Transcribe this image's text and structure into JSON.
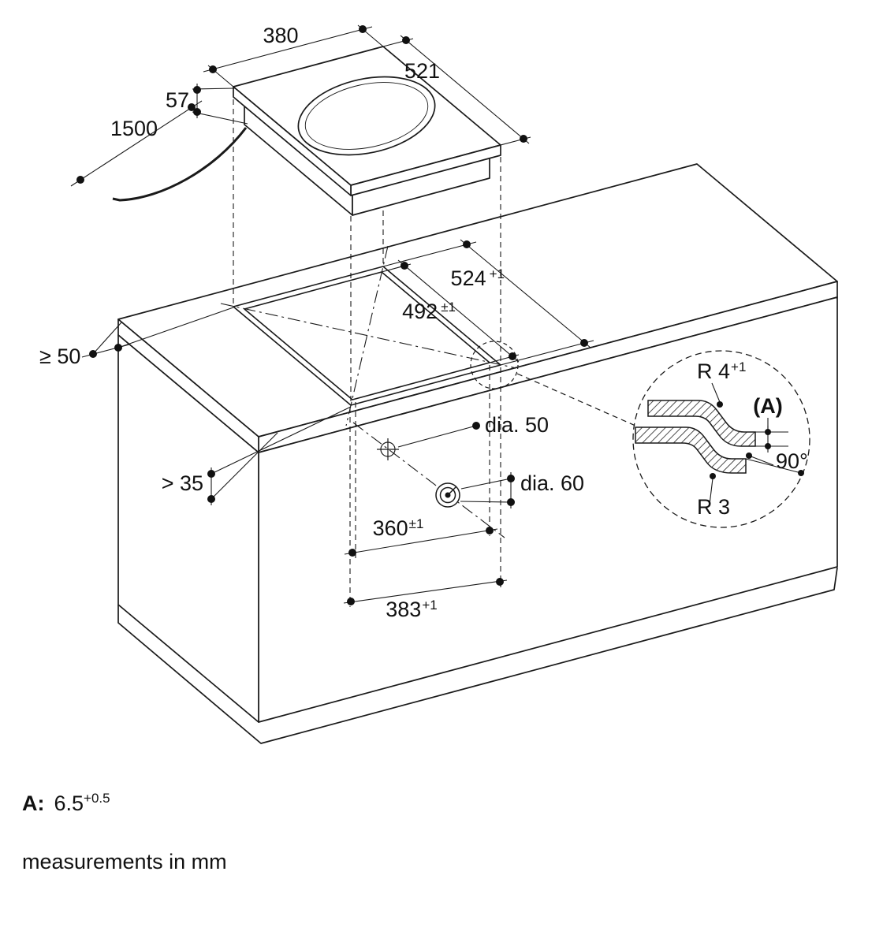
{
  "drawing": {
    "dims": {
      "width_top": {
        "label": "380"
      },
      "depth_top": {
        "label": "521"
      },
      "height": {
        "label": "57"
      },
      "cable": {
        "label": "1500"
      },
      "side_clearance": {
        "label": "≥ 50"
      },
      "front_clearance": {
        "label": "> 35"
      },
      "cutout_outer_depth": {
        "label": "524",
        "sup": "+1"
      },
      "cutout_inner_depth": {
        "label": "492",
        "sup": "±1"
      },
      "cutout_inner_width": {
        "label": "360",
        "sup": "±1"
      },
      "cutout_outer_width": {
        "label": "383",
        "sup": "+1"
      },
      "hole_small": {
        "label": "dia. 50"
      },
      "hole_large": {
        "label": "dia. 60"
      }
    },
    "detail": {
      "radius_top": {
        "label": "R 4",
        "sup": "+1"
      },
      "ref_a": {
        "label": "(A)"
      },
      "angle": {
        "label": "90°"
      },
      "radius_bottom": {
        "label": "R 3"
      }
    },
    "notes": {
      "a_key": "A:",
      "a_value": "6.5",
      "a_sup": "+0.5",
      "units": "measurements in mm"
    },
    "colors": {
      "line": "#1a1a1a",
      "background": "#ffffff"
    }
  }
}
